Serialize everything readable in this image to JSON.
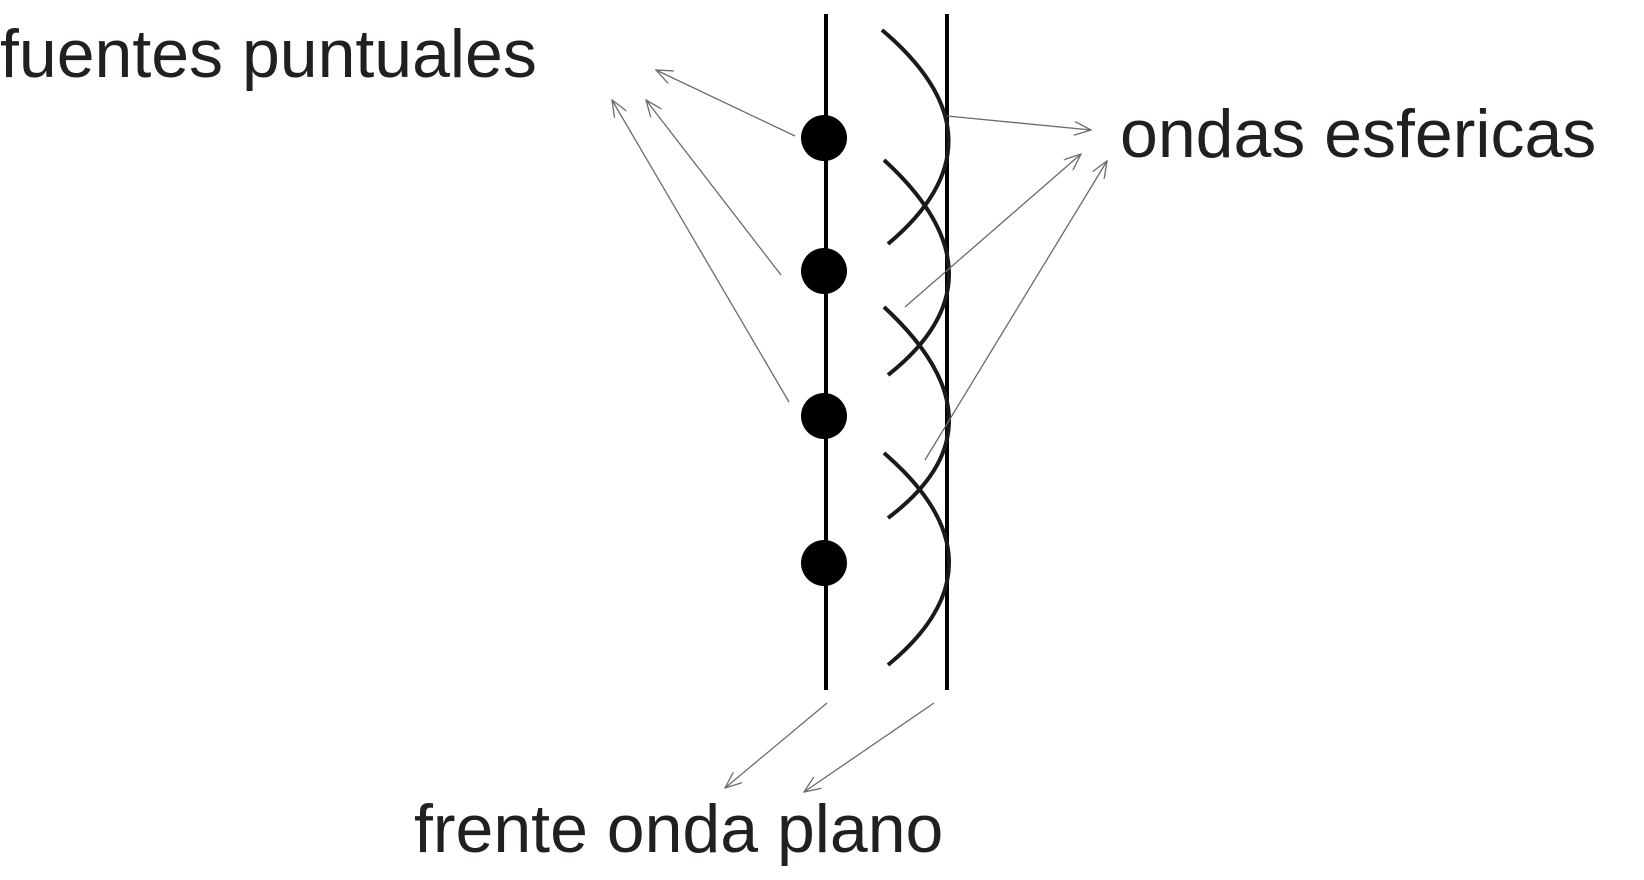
{
  "labels": {
    "point_sources": "fuentes puntuales",
    "spherical_waves": "ondas esfericas",
    "plane_wavefront": "frente onda plano"
  },
  "colors": {
    "ink": "#000000",
    "text": "#231f20",
    "leader": "#6b6b6b"
  }
}
